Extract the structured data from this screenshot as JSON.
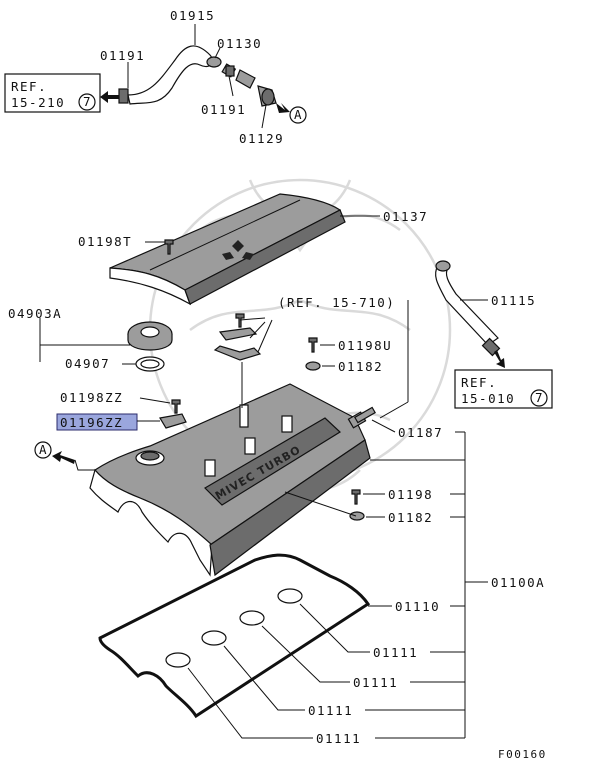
{
  "labels": {
    "p01915": "01915",
    "p01130": "01130",
    "p01191a": "01191",
    "p01191b": "01191",
    "p01129": "01129",
    "p01137": "01137",
    "p01198t": "01198T",
    "p04903a": "04903A",
    "p04907": "04907",
    "p01198zz": "01198ZZ",
    "p01196zz": "01196ZZ",
    "ref_15_710": "(REF. 15-710)",
    "p01198u": "01198U",
    "p01182a": "01182",
    "p01115": "01115",
    "p01187": "01187",
    "p01198": "01198",
    "p01182b": "01182",
    "p01100a": "01100A",
    "p01110": "01110",
    "p01111a": "01111",
    "p01111b": "01111",
    "p01111c": "01111",
    "p01111d": "01111",
    "figure_code": "F00160"
  },
  "refs": {
    "ref1_line1": "REF.",
    "ref1_line2": "15-210",
    "ref1_circle": "7",
    "ref2_line1": "REF.",
    "ref2_line2": "15-010",
    "ref2_circle": "7",
    "marker_a_top": "A",
    "marker_a_left": "A"
  },
  "cover_text": "MIVEC TURBO",
  "highlighted_part": "01196ZZ",
  "colors": {
    "highlight_fill": "#9aa6dd",
    "line": "#111111",
    "part_gray": "#9c9c9c"
  }
}
